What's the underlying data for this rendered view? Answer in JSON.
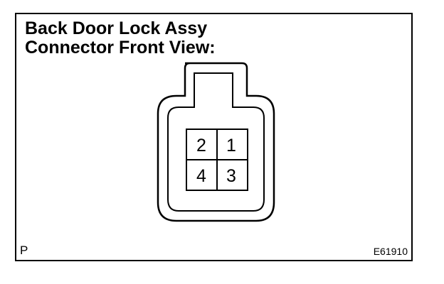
{
  "title": {
    "line1": "Back Door Lock Assy",
    "line2": "Connector Front View:"
  },
  "connector": {
    "pins": [
      {
        "label": "2"
      },
      {
        "label": "1"
      },
      {
        "label": "4"
      },
      {
        "label": "3"
      }
    ]
  },
  "footer": {
    "left_code": "P",
    "figure_id": "E61910"
  }
}
